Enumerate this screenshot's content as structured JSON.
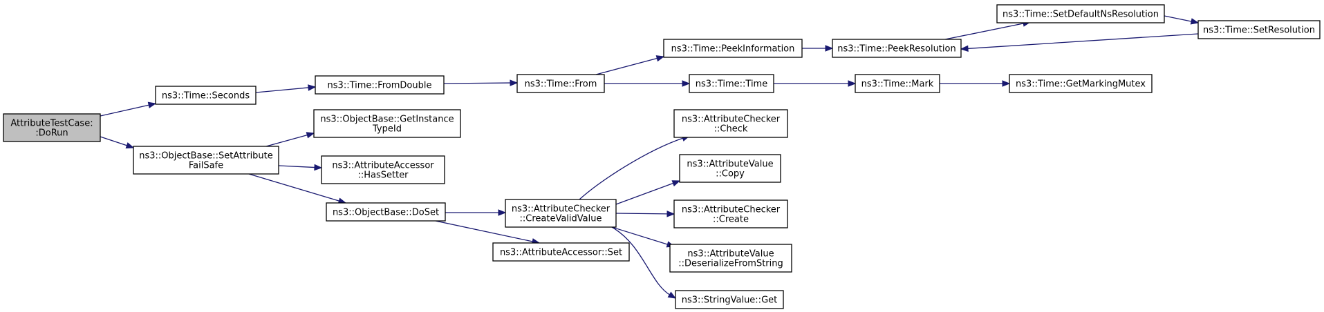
{
  "nodes": [
    {
      "id": "dorun",
      "name": "node-attributetestcase-dorun",
      "lines": [
        "AttributeTestCase:",
        ":DoRun"
      ]
    },
    {
      "id": "seconds",
      "name": "node-time-seconds",
      "lines": [
        "ns3::Time::Seconds"
      ]
    },
    {
      "id": "setattr",
      "name": "node-objectbase-setattributefailsafe",
      "lines": [
        "ns3::ObjectBase::SetAttribute",
        "FailSafe"
      ]
    },
    {
      "id": "fromdouble",
      "name": "node-time-fromdouble",
      "lines": [
        "ns3::Time::FromDouble"
      ]
    },
    {
      "id": "getinst",
      "name": "node-objectbase-getinstancetypeid",
      "lines": [
        "ns3::ObjectBase::GetInstance",
        "TypeId"
      ]
    },
    {
      "id": "hassetter",
      "name": "node-attributeaccessor-hassetter",
      "lines": [
        "ns3::AttributeAccessor",
        "::HasSetter"
      ]
    },
    {
      "id": "doset",
      "name": "node-objectbase-doset",
      "lines": [
        "ns3::ObjectBase::DoSet"
      ]
    },
    {
      "id": "from",
      "name": "node-time-from",
      "lines": [
        "ns3::Time::From"
      ]
    },
    {
      "id": "createvalid",
      "name": "node-attributechecker-createvalidvalue",
      "lines": [
        "ns3::AttributeChecker",
        "::CreateValidValue"
      ]
    },
    {
      "id": "accset",
      "name": "node-attributeaccessor-set",
      "lines": [
        "ns3::AttributeAccessor::Set"
      ]
    },
    {
      "id": "peekinfo",
      "name": "node-time-peekinformation",
      "lines": [
        "ns3::Time::PeekInformation"
      ]
    },
    {
      "id": "time",
      "name": "node-time-time",
      "lines": [
        "ns3::Time::Time"
      ]
    },
    {
      "id": "check",
      "name": "node-attributechecker-check",
      "lines": [
        "ns3::AttributeChecker",
        "::Check"
      ]
    },
    {
      "id": "copy",
      "name": "node-attributevalue-copy",
      "lines": [
        "ns3::AttributeValue",
        "::Copy"
      ]
    },
    {
      "id": "create",
      "name": "node-attributechecker-create",
      "lines": [
        "ns3::AttributeChecker",
        "::Create"
      ]
    },
    {
      "id": "deser",
      "name": "node-attributevalue-deserializefromstring",
      "lines": [
        "ns3::AttributeValue",
        "::DeserializeFromString"
      ]
    },
    {
      "id": "strget",
      "name": "node-stringvalue-get",
      "lines": [
        "ns3::StringValue::Get"
      ]
    },
    {
      "id": "peekres",
      "name": "node-time-peekresolution",
      "lines": [
        "ns3::Time::PeekResolution"
      ]
    },
    {
      "id": "mark",
      "name": "node-time-mark",
      "lines": [
        "ns3::Time::Mark"
      ]
    },
    {
      "id": "setdefault",
      "name": "node-time-setdefaultnsresolution",
      "lines": [
        "ns3::Time::SetDefaultNsResolution"
      ]
    },
    {
      "id": "setres",
      "name": "node-time-setresolution",
      "lines": [
        "ns3::Time::SetResolution"
      ]
    },
    {
      "id": "getmutex",
      "name": "node-time-getmarkingmutex",
      "lines": [
        "ns3::Time::GetMarkingMutex"
      ]
    }
  ],
  "edges": [
    {
      "from": "dorun",
      "to": "seconds"
    },
    {
      "from": "dorun",
      "to": "setattr"
    },
    {
      "from": "seconds",
      "to": "fromdouble"
    },
    {
      "from": "fromdouble",
      "to": "from"
    },
    {
      "from": "from",
      "to": "peekinfo"
    },
    {
      "from": "from",
      "to": "time"
    },
    {
      "from": "peekinfo",
      "to": "peekres"
    },
    {
      "from": "peekres",
      "to": "setdefault"
    },
    {
      "from": "setdefault",
      "to": "setres"
    },
    {
      "from": "setres",
      "to": "peekres"
    },
    {
      "from": "time",
      "to": "mark"
    },
    {
      "from": "mark",
      "to": "getmutex"
    },
    {
      "from": "setattr",
      "to": "getinst"
    },
    {
      "from": "setattr",
      "to": "hassetter"
    },
    {
      "from": "setattr",
      "to": "doset"
    },
    {
      "from": "doset",
      "to": "createvalid"
    },
    {
      "from": "doset",
      "to": "accset"
    },
    {
      "from": "createvalid",
      "to": "check"
    },
    {
      "from": "createvalid",
      "to": "copy"
    },
    {
      "from": "createvalid",
      "to": "create"
    },
    {
      "from": "createvalid",
      "to": "deser"
    },
    {
      "from": "createvalid",
      "to": "strget"
    }
  ]
}
